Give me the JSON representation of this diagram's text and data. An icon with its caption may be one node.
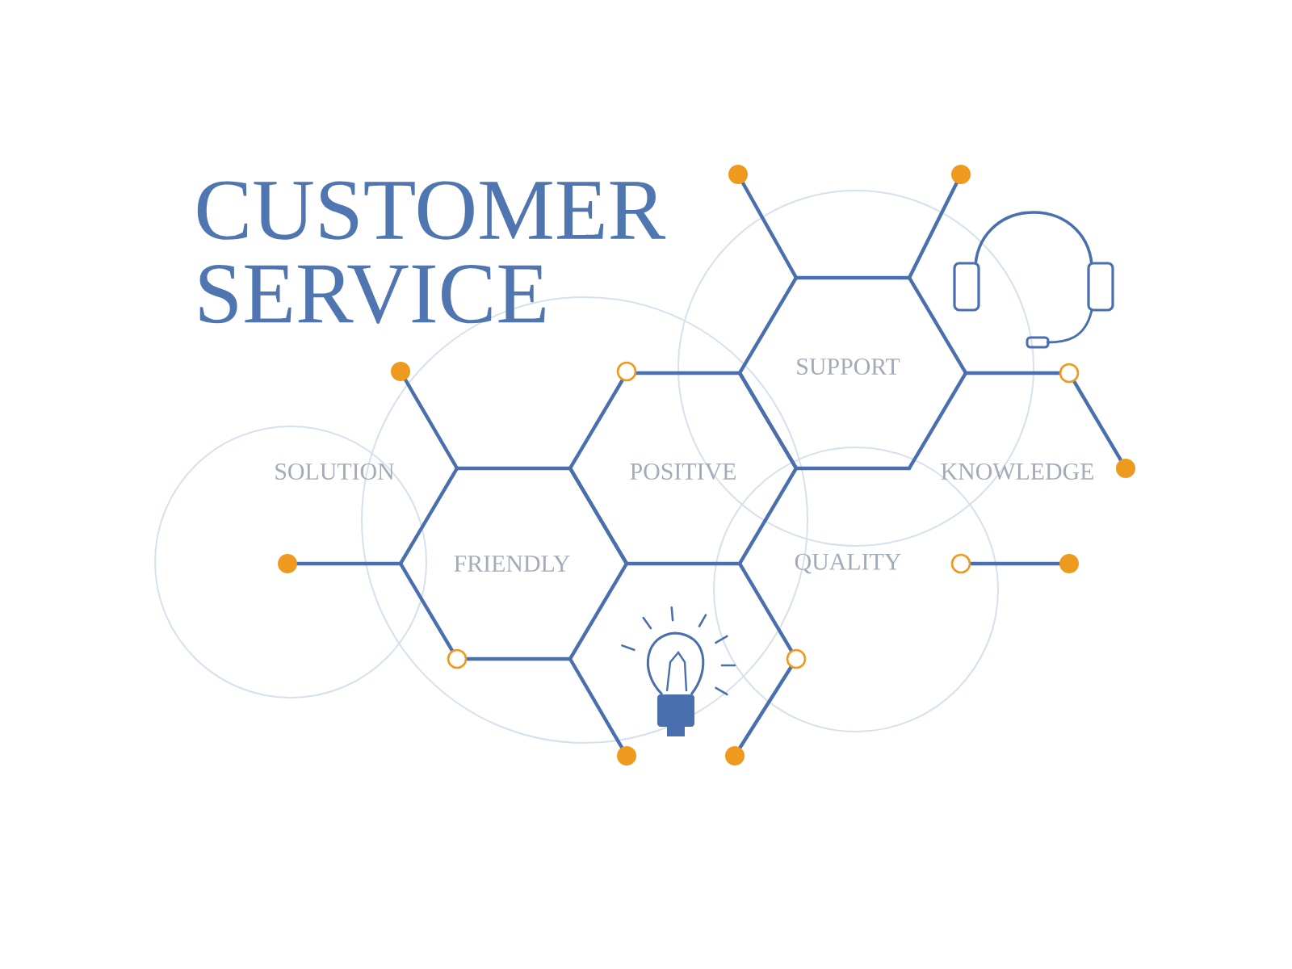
{
  "diagram": {
    "title": "CUSTOMER SERVICE",
    "labels": [
      "SUPPORT",
      "SOLUTION",
      "POSITIVE",
      "KNOWLEDGE",
      "FRIENDLY",
      "QUALITY"
    ]
  }
}
